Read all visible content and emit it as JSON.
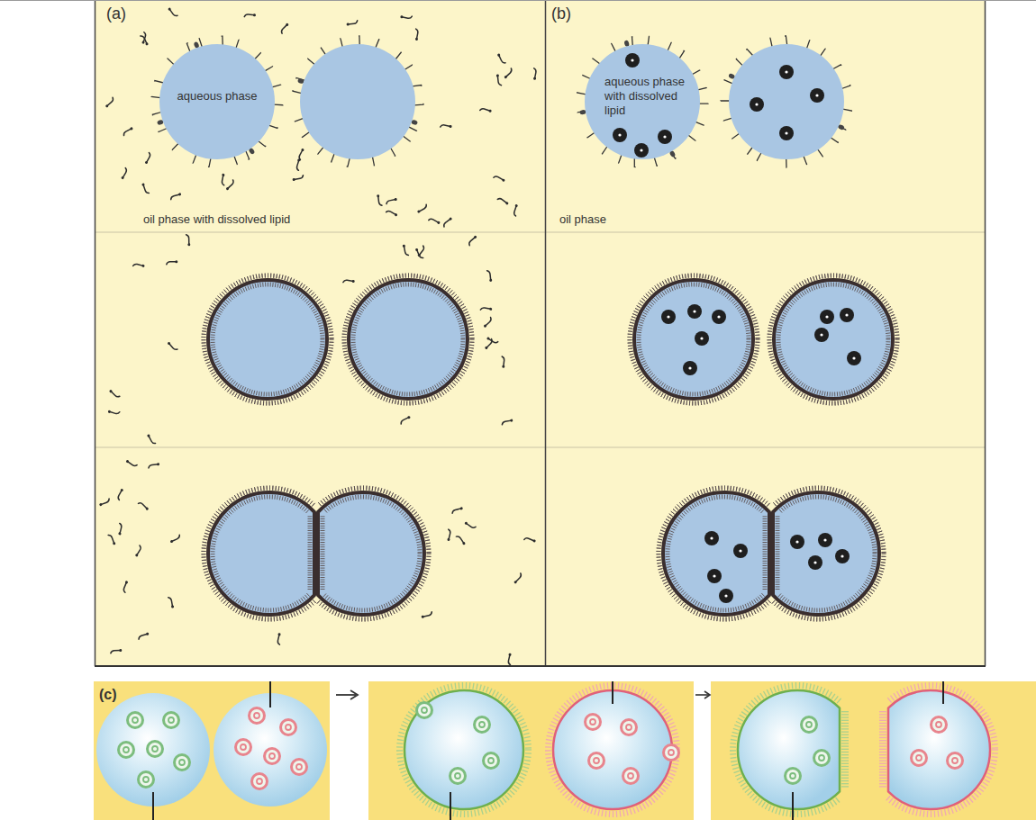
{
  "diagram": {
    "nodes": [
      {
        "text": [
          "aqueous phase"
        ]
      },
      {
        "text": [
          "aqueous phase with dissolved lipid"
        ]
      }
    ],
    "labels": [
      "(a)",
      "oil phase with dissolved lipid",
      "(b)",
      "oil phase",
      "(c)"
    ]
  }
}
